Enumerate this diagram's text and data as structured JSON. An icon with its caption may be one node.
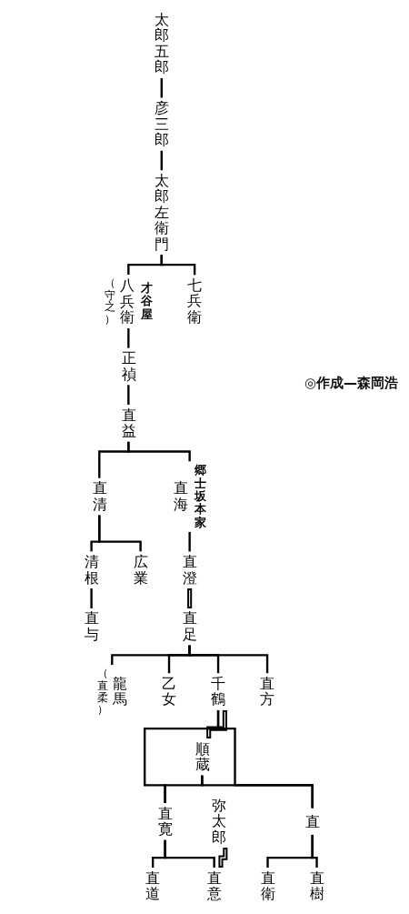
{
  "diagram": {
    "nodes": [
      {
        "text": [
          "太郎五郎"
        ]
      },
      {
        "text": [
          "彦三郎"
        ]
      },
      {
        "text": [
          "太郎左衛門"
        ]
      },
      {
        "text": [
          "（守之）",
          "八兵衛",
          "才谷屋"
        ]
      },
      {
        "text": [
          "七兵衛"
        ]
      },
      {
        "text": [
          "正禎"
        ]
      },
      {
        "text": [
          "直益"
        ]
      },
      {
        "text": [
          "直清"
        ]
      },
      {
        "text": [
          "直海",
          "郷士坂本家"
        ]
      },
      {
        "text": [
          "清根"
        ]
      },
      {
        "text": [
          "広業"
        ]
      },
      {
        "text": [
          "直澄"
        ]
      },
      {
        "text": [
          "直与"
        ]
      },
      {
        "text": [
          "直足"
        ]
      },
      {
        "text": [
          "（直柔）",
          "龍馬"
        ]
      },
      {
        "text": [
          "乙女"
        ]
      },
      {
        "text": [
          "千鶴"
        ]
      },
      {
        "text": [
          "順蔵"
        ]
      },
      {
        "text": [
          "直方"
        ]
      },
      {
        "text": [
          "直寛"
        ]
      },
      {
        "text": [
          "直"
        ]
      },
      {
        "text": [
          "直道"
        ]
      },
      {
        "text": [
          "弥太郎"
        ]
      },
      {
        "text": [
          "直意"
        ]
      },
      {
        "text": [
          "直衛"
        ]
      },
      {
        "text": [
          "直樹"
        ]
      }
    ],
    "edges": [
      {
        "from": 0,
        "to": 1,
        "arrow": "none"
      },
      {
        "from": 1,
        "to": 2,
        "arrow": "none"
      },
      {
        "from": 2,
        "to": 3,
        "arrow": "none"
      },
      {
        "from": 2,
        "to": 4,
        "arrow": "none"
      },
      {
        "from": 3,
        "to": 5,
        "arrow": "none"
      },
      {
        "from": 5,
        "to": 6,
        "arrow": "none"
      },
      {
        "from": 6,
        "to": 7,
        "arrow": "none"
      },
      {
        "from": 6,
        "to": 8,
        "arrow": "none"
      },
      {
        "from": 7,
        "to": 9,
        "arrow": "none"
      },
      {
        "from": 7,
        "to": 10,
        "arrow": "none"
      },
      {
        "from": 8,
        "to": 11,
        "arrow": "none"
      },
      {
        "from": 9,
        "to": 12,
        "arrow": "none"
      },
      {
        "from": 11,
        "to": 13,
        "arrow": "none",
        "style": "thick"
      },
      {
        "from": 13,
        "to": 14,
        "arrow": "none"
      },
      {
        "from": 13,
        "to": 15,
        "arrow": "none"
      },
      {
        "from": 13,
        "to": 16,
        "arrow": "none"
      },
      {
        "from": 13,
        "to": 18,
        "arrow": "none"
      },
      {
        "from": 16,
        "to": 17,
        "arrow": "none",
        "style": "thick"
      },
      {
        "from": 16,
        "to": 19,
        "arrow": "none"
      },
      {
        "from": 17,
        "to": 19,
        "arrow": "none"
      },
      {
        "from": 16,
        "to": 20,
        "arrow": "none"
      },
      {
        "from": 17,
        "to": 20,
        "arrow": "none"
      },
      {
        "from": 19,
        "to": 21,
        "arrow": "none"
      },
      {
        "from": 19,
        "to": 23,
        "arrow": "none"
      },
      {
        "from": 22,
        "to": 23,
        "arrow": "none",
        "style": "thick"
      },
      {
        "from": 20,
        "to": 24,
        "arrow": "none"
      },
      {
        "from": 20,
        "to": 25,
        "arrow": "none"
      }
    ],
    "labels": [
      "◎作成—森岡浩"
    ]
  }
}
